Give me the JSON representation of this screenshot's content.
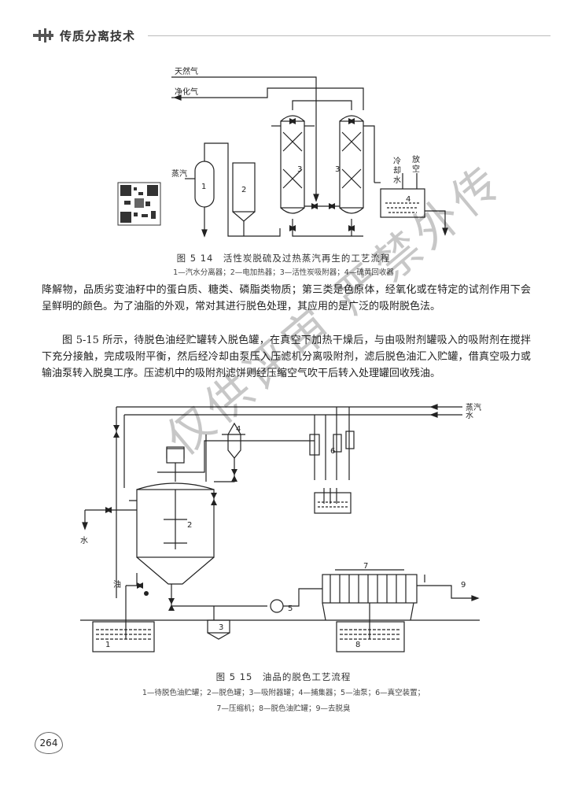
{
  "header": {
    "title": "传质分离技术"
  },
  "figure_514": {
    "labels": {
      "natural_gas": "天然气",
      "purified_gas": "净化气",
      "steam": "蒸汽",
      "cooling_water": [
        "冷",
        "却",
        "水"
      ],
      "vent": [
        "放",
        "空"
      ],
      "n1": "1",
      "n2": "2",
      "n3a": "3",
      "n3b": "3",
      "n4": "4"
    },
    "caption": "图 5 14　活性炭脱硫及过热蒸汽再生的工艺流程",
    "legend": "1—汽水分离器；2—电加热器；3—活性炭吸附器；4—硫黄回收器"
  },
  "paragraphs": [
    "降解物，品质劣变油籽中的蛋白质、糖类、磷脂类物质；第三类是色原体，经氧化或在特定的试剂作用下会呈鲜明的颜色。为了油脂的外观，常对其进行脱色处理，其应用的是广泛的吸附脱色法。",
    "图 5-15 所示，待脱色油经贮罐转入脱色罐，在真空下加热干燥后，与由吸附剂罐吸入的吸附剂在搅拌下充分接触，完成吸附平衡，然后经冷却由泵压入压滤机分离吸附剂，滤后脱色油汇入贮罐，借真空吸力或输油泵转入脱臭工序。压滤机中的吸附剂滤饼则经压缩空气吹干后转入处理罐回收残油。"
  ],
  "figure_515": {
    "labels": {
      "steam": "蒸汽",
      "water_top": "水",
      "water_left": "水",
      "oil": "油",
      "n1": "1",
      "n2": "2",
      "n3": "3",
      "n4": "4",
      "n5": "5",
      "n6": "6",
      "n7": "7",
      "n8": "8",
      "n9": "9"
    },
    "caption": "图 5 15　油品的脱色工艺流程",
    "legend_line1": "1—待脱色油贮罐；2—脱色罐；3—吸附器罐；4—捕集器；5—油泵；6—真空装置；",
    "legend_line2": "7—压缩机；8—脱色油贮罐；9—去脱臭"
  },
  "watermark": "仅供评审 严禁外传",
  "page_number": "264"
}
